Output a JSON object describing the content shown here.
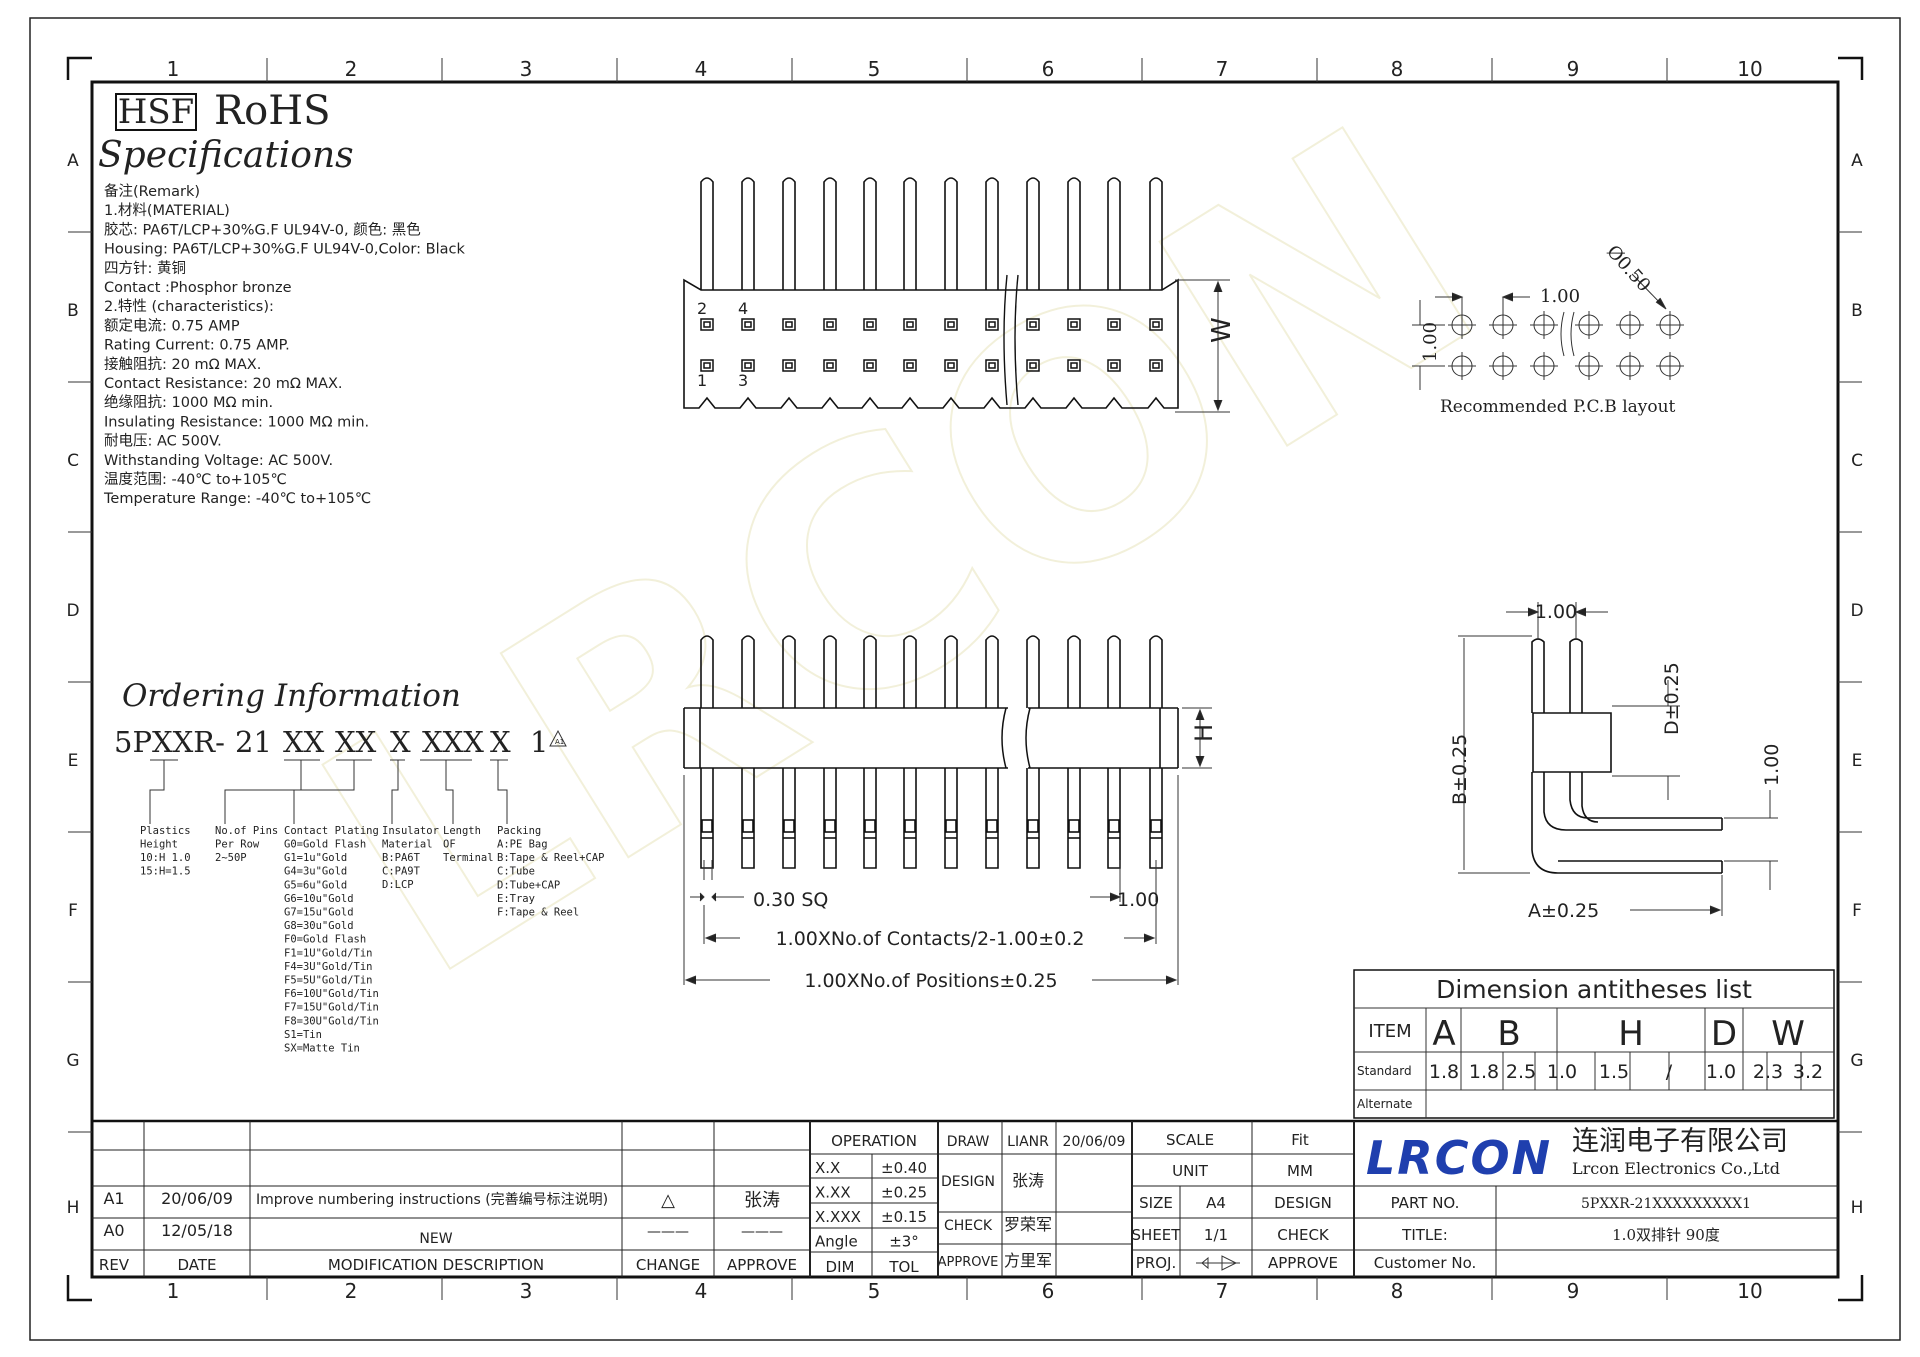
{
  "columns": [
    "1",
    "2",
    "3",
    "4",
    "5",
    "6",
    "7",
    "8",
    "9",
    "10"
  ],
  "rows": [
    "A",
    "B",
    "C",
    "D",
    "E",
    "F",
    "G",
    "H"
  ],
  "header": {
    "hsf": "HSF",
    "rohs": "RoHS",
    "title": "Specifications"
  },
  "remarks": [
    "备注(Remark)",
    "1.材料(MATERIAL)",
    "胶芯: PA6T/LCP+30%G.F UL94V-0, 颜色: 黑色",
    "Housing: PA6T/LCP+30%G.F UL94V-0,Color: Black",
    "四方针: 黄铜",
    "Contact :Phosphor bronze",
    "2.特性 (characteristics):",
    "额定电流: 0.75 AMP",
    "Rating Current: 0.75 AMP.",
    "接触阻抗: 20 mΩ MAX.",
    "Contact Resistance: 20 mΩ MAX.",
    "绝缘阻抗: 1000 MΩ min.",
    "Insulating Resistance: 1000 MΩ min.",
    "耐电压: AC 500V.",
    "Withstanding Voltage: AC 500V.",
    "温度范围: -40℃ to+105℃",
    "Temperature Range: -40℃ to+105℃"
  ],
  "ordering": {
    "title": "Ordering Information",
    "code": [
      "5PXXR-",
      "21",
      "XX",
      "XX",
      "X",
      "XXX",
      "X",
      "1"
    ],
    "legend": [
      {
        "title": "Plastics Height",
        "lines": [
          "10:H 1.0",
          "15:H=1.5"
        ]
      },
      {
        "title": "No.of Pins Per Row",
        "lines": [
          "2~50P"
        ]
      },
      {
        "title": "Contact Plating",
        "lines": [
          "G0=Gold Flash",
          "G1=1u\"Gold",
          "G4=3u\"Gold",
          "G5=6u\"Gold",
          "G6=10u\"Gold",
          "G7=15u\"Gold",
          "G8=30u\"Gold",
          "F0=Gold Flash",
          "F1=1U\"Gold/Tin",
          "F4=3U\"Gold/Tin",
          "F5=5U\"Gold/Tin",
          "F6=10U\"Gold/Tin",
          "F7=15U\"Gold/Tin",
          "F8=30U\"Gold/Tin",
          "S1=Tin",
          "SX=Matte Tin"
        ]
      },
      {
        "title": "Insulator Material",
        "lines": [
          "B:PA6T",
          "C:PA9T",
          "D:LCP"
        ]
      },
      {
        "title": "Length OF Terminal",
        "lines": []
      },
      {
        "title": "Packing",
        "lines": [
          "A:PE Bag",
          "B:Tape & Reel+CAP",
          "C:Tube",
          "D:Tube+CAP",
          "E:Tray",
          "F:Tape & Reel"
        ]
      }
    ]
  },
  "top_view": {
    "pin_numbers": [
      "2",
      "4",
      "1",
      "3"
    ],
    "dim_w": "W"
  },
  "pcb": {
    "pitch_x": "1.00",
    "pitch_y": "1.00",
    "hole": "Ø0.50",
    "caption": "Recommended P.C.B layout"
  },
  "front_view": {
    "dim_h": "H",
    "sq": "0.30 SQ",
    "pitch": "1.00",
    "contacts_dim": "1.00XNo.of Contacts/2-1.00±0.2",
    "positions_dim": "1.00XNo.of Positions±0.25"
  },
  "side_view": {
    "pitch": "1.00",
    "d": "D±0.25",
    "b": "B±0.25",
    "e": "1.00",
    "a": "A±0.25"
  },
  "dim_table": {
    "title": "Dimension antitheses list",
    "headers": [
      "ITEM",
      "A",
      "B",
      "H",
      "D",
      "W"
    ],
    "standard_label": "Standard",
    "standard": [
      "1.8",
      "1.8",
      "2.5",
      "1.0",
      "1.5",
      "/",
      "1.0",
      "2.3",
      "3.2"
    ],
    "alternate_label": "Alternate"
  },
  "title_block": {
    "revisions": [
      {
        "rev": "A1",
        "date": "20/06/09",
        "desc": "Improve numbering instructions (完善编号标注说明)",
        "change": "△",
        "approve": "张涛"
      },
      {
        "rev": "A0",
        "date": "12/05/18",
        "desc": "NEW",
        "change": "———",
        "approve": "———"
      }
    ],
    "rev_headers": [
      "REV",
      "DATE",
      "MODIFICATION DESCRIPTION",
      "CHANGE",
      "APPROVE"
    ],
    "operation": "OPERATION",
    "tolerances": [
      [
        "X.X",
        "±0.40"
      ],
      [
        "X.XX",
        "±0.25"
      ],
      [
        "X.XXX",
        "±0.15"
      ],
      [
        "Angle",
        "±3°"
      ]
    ],
    "dim_tol": [
      "DIM",
      "TOL"
    ],
    "draw_label": "DRAW",
    "draw_name": "LIANR",
    "draw_date": "20/06/09",
    "design_label": "DESIGN",
    "design_name": "张涛",
    "check_label": "CHECK",
    "check_name": "罗荣军",
    "approve_label": "APPROVE",
    "approve_name": "方里军",
    "scale_label": "SCALE",
    "scale_value": "Fit",
    "unit_label": "UNIT",
    "unit_value": "MM",
    "size_label": "SIZE",
    "size_value": "A4",
    "sheet_label": "SHEET",
    "sheet_value": "1/1",
    "proj_label": "PROJ.",
    "design2": "DESIGN",
    "check2": "CHECK",
    "approve2": "APPROVE",
    "logo": "LRCON",
    "company_cn": "连润电子有限公司",
    "company_en": "Lrcon Electronics Co.,Ltd",
    "part_label": "PART NO.",
    "part_value": "5PXXR-21XXXXXXXXX1",
    "title_label": "TITLE:",
    "title_value": "1.0双排针 90度",
    "customer_label": "Customer No."
  },
  "watermark": "LRCON"
}
